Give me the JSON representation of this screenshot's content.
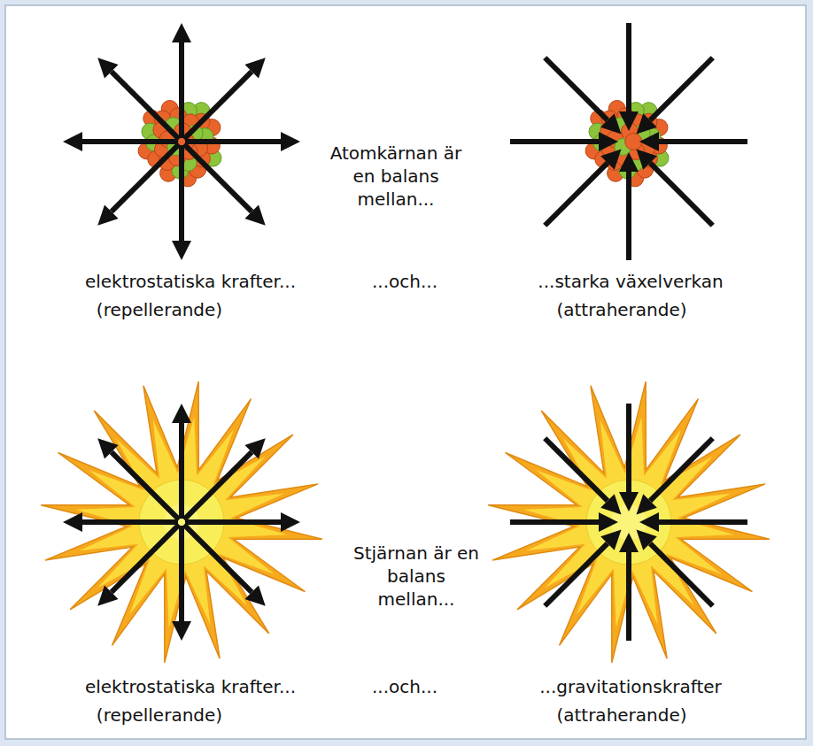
{
  "diagram": {
    "labels": [
      "Atomkärnan är en balans mellan...",
      "elektrostatiska krafter...",
      "...och...",
      "...starka växelverkan",
      "(repellerande)",
      "(attraherande)",
      "Stjärnan är en balans mellan...",
      "elektrostatiska krafter...",
      "...och...",
      "...gravitationskrafter",
      "(repellerande)",
      "(attraherande)"
    ]
  }
}
